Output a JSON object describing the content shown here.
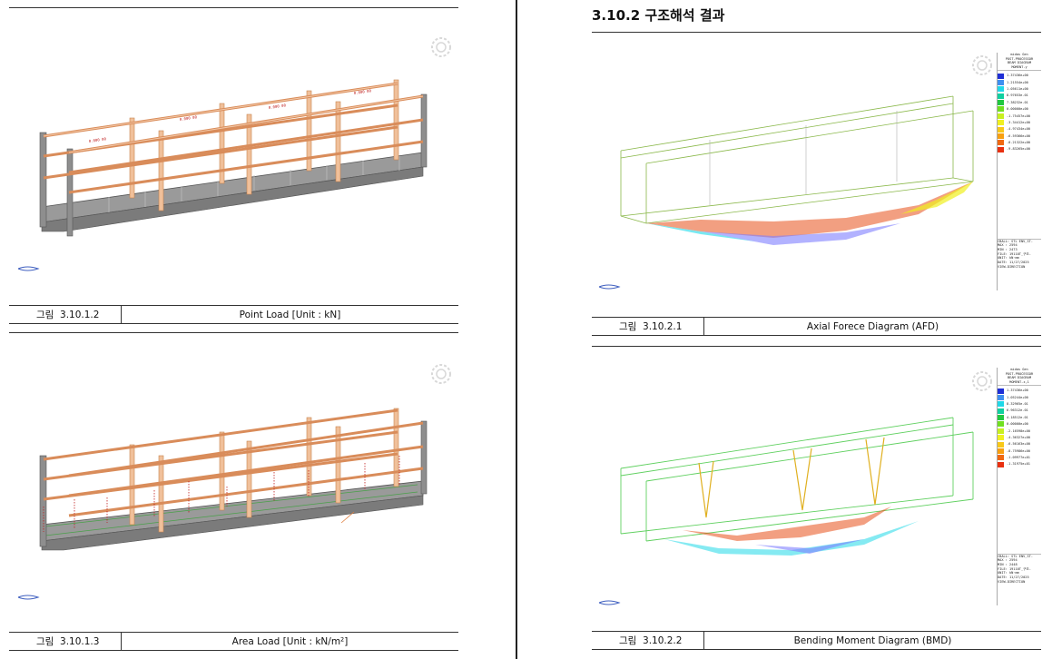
{
  "section": {
    "number": "3.10.2",
    "title": "구조해석 결과"
  },
  "captions": [
    {
      "id": "p1",
      "fig_label": "그림",
      "fig_num": "3.10.1.2",
      "text": "Point Load [Unit : kN]"
    },
    {
      "id": "p2",
      "fig_label": "그림",
      "fig_num": "3.10.1.3",
      "text": "Area Load [Unit : kN/m²]"
    },
    {
      "id": "p3",
      "fig_label": "그림",
      "fig_num": "3.10.2.1",
      "text": "Axial Forece Diagram (AFD)"
    },
    {
      "id": "p4",
      "fig_label": "그림",
      "fig_num": "3.10.2.2",
      "text": "Bending Moment Diagram (BMD)"
    }
  ],
  "legends": [
    {
      "header": [
        "midas Gen",
        "POST-PROCESSOR",
        "BEAM DIAGRAM",
        "MOMENT-y"
      ],
      "values": [
        "1.37436e+00",
        "1.21554e+00",
        "1.05611e+00",
        "8.97653e-01",
        "7.38232e-01",
        "0.00000e+00",
        "-1.75457e+00",
        "-3.34412e+00",
        "-4.97434e+00",
        "-6.59366e+00",
        "-8.21322e+00",
        "-9.83265e+00"
      ],
      "meta": [
        "CBALL: STL ENV_ST-",
        "MAX : 2594",
        "MIN : 2473",
        "FILE: 19110T_구조-",
        "UNIT: kN·mm",
        "DATE: 11/27/2025",
        "VIEW-DIRECTION"
      ]
    },
    {
      "header": [
        "midas Gen",
        "POST-PROCESSOR",
        "BEAM DIAGRAM",
        "MOMENT-z,1"
      ],
      "values": [
        "1.37436e+00",
        "1.05244e+00",
        "8.32965e-01",
        "6.96312e-01",
        "4.18512e-01",
        "0.00000e+00",
        "-2.16598e+00",
        "-4.36327e+00",
        "-6.56163e+00",
        "-8.75986e+00",
        "-1.09977e+01",
        "-1.31975e+01"
      ],
      "meta": [
        "CBALL: STL ENV_ST-",
        "MAX : 2594",
        "MIN : 2448",
        "FILE: 19110T_구조-",
        "UNIT: kN·mm",
        "DATE: 11/27/2025",
        "VIEW-DIRECTION"
      ]
    }
  ],
  "legend_colors": [
    "#1f2fd6",
    "#3f8ff0",
    "#20d8e8",
    "#10d0a0",
    "#20c840",
    "#70e020",
    "#c8f020",
    "#f0f020",
    "#f8c818",
    "#f8a010",
    "#f06810",
    "#e83010"
  ]
}
